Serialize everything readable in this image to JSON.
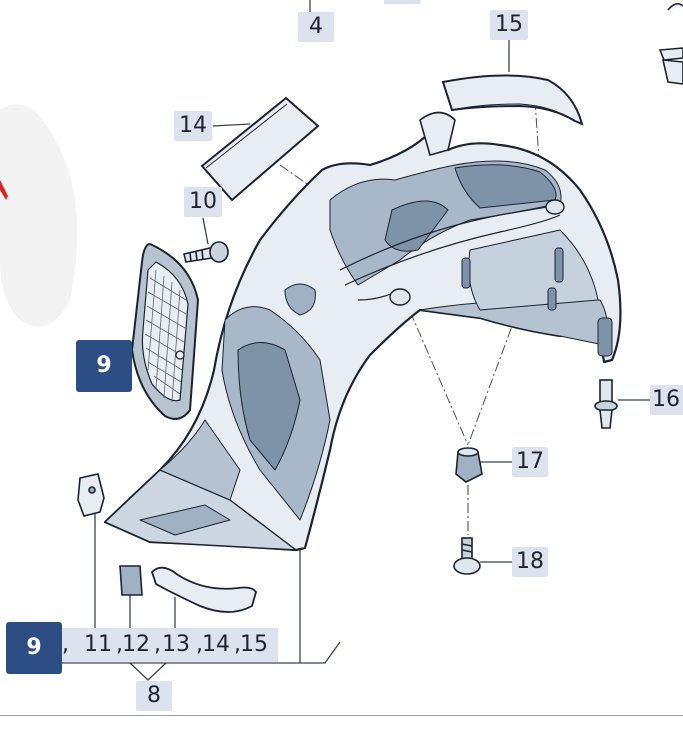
{
  "diagram": {
    "callouts": [
      {
        "id": "4",
        "label": "4"
      },
      {
        "id": "15",
        "label": "15"
      },
      {
        "id": "14",
        "label": "14"
      },
      {
        "id": "10",
        "label": "10"
      },
      {
        "id": "9",
        "label": "9"
      },
      {
        "id": "16",
        "label": "16"
      },
      {
        "id": "17",
        "label": "17"
      },
      {
        "id": "18",
        "label": "18"
      },
      {
        "id": "8",
        "label": "8"
      }
    ],
    "bottom_row": {
      "active_label": "9",
      "items": [
        "11",
        "12",
        "13",
        "14",
        "15"
      ]
    },
    "colors": {
      "label_bg": "#dde3ee",
      "active_bg": "#2d4e84",
      "part_fill": "#e7edf3",
      "part_shade": "#9fb1c2",
      "outline": "#1b2330"
    }
  }
}
